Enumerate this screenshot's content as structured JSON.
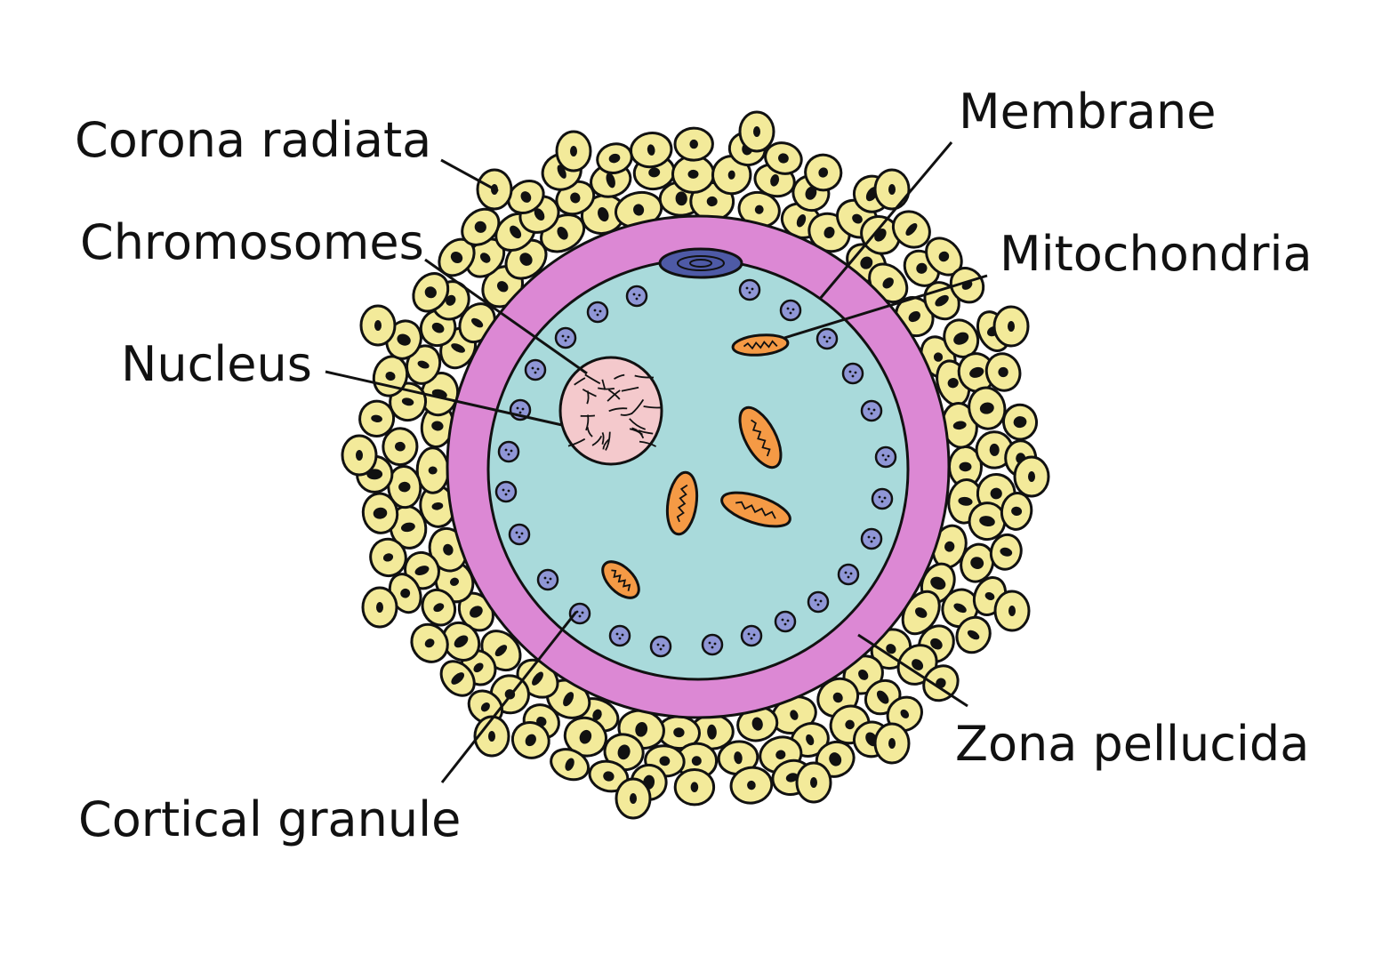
{
  "diagram": {
    "labels": {
      "corona_radiata": "Corona radiata",
      "chromosomes": "Chromosomes",
      "nucleus": "Nucleus",
      "cortical_granule": "Cortical granule",
      "membrane": "Membrane",
      "mitochondria": "Mitochondria",
      "zona_pellucida": "Zona pellucida"
    },
    "colors": {
      "corona_cell": "#f3ea9a",
      "corona_cell_nucleus": "#111111",
      "zona_pellucida": "#dc88d4",
      "cytoplasm": "#a9dadb",
      "cortical_granule": "#8f96d6",
      "nucleus": "#f4c9cc",
      "mitochondria": "#f59a45",
      "polar_body": "#4e5aa6",
      "outline": "#111111"
    }
  }
}
